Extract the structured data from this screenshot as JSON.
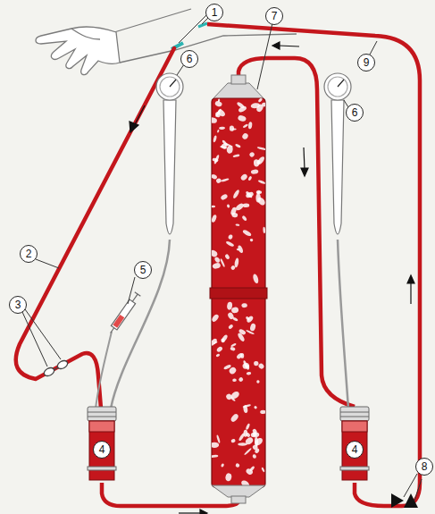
{
  "diagram": {
    "labels": [
      "1",
      "9",
      "7",
      "6",
      "6",
      "5",
      "2",
      "3",
      "4",
      "4",
      "8"
    ]
  }
}
